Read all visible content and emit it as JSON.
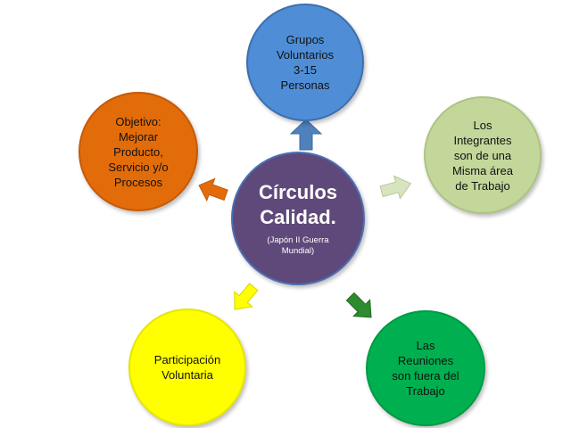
{
  "diagram": {
    "center": {
      "title": "Círculos\nCalidad.",
      "subtitle": "(Japón II Guerra\nMundial)",
      "color": "#5f497a",
      "border": "#4a6fb5"
    },
    "nodes": [
      {
        "id": "top",
        "text": "Grupos\nVoluntarios\n3-15\nPersonas",
        "color": "#4f8ed6",
        "border": "#3d6eb0",
        "text_color": "#111111"
      },
      {
        "id": "left",
        "text": "Objetivo:\nMejorar\nProducto,\nServicio y/o\nProcesos",
        "color": "#e36c0a",
        "border": "#c55a08",
        "text_color": "#111111"
      },
      {
        "id": "right",
        "text": "Los\nIntegrantes\nson de una\nMisma área\nde Trabajo",
        "color": "#c4d79b",
        "border": "#aec383",
        "text_color": "#111111"
      },
      {
        "id": "bottom-left",
        "text": "Participación\nVoluntaria",
        "color": "#ffff00",
        "border": "#e6e600",
        "text_color": "#111111"
      },
      {
        "id": "bottom-right",
        "text": "Las\nReuniones\nson fuera del\nTrabajo",
        "color": "#00b050",
        "border": "#009a45",
        "text_color": "#111111"
      }
    ],
    "arrow_colors": {
      "top": "#4f81bd",
      "left": "#e36c0a",
      "right": "#d7e4bd",
      "bottom-left": "#ffff00",
      "bottom-right": "#2e8b2e"
    }
  }
}
